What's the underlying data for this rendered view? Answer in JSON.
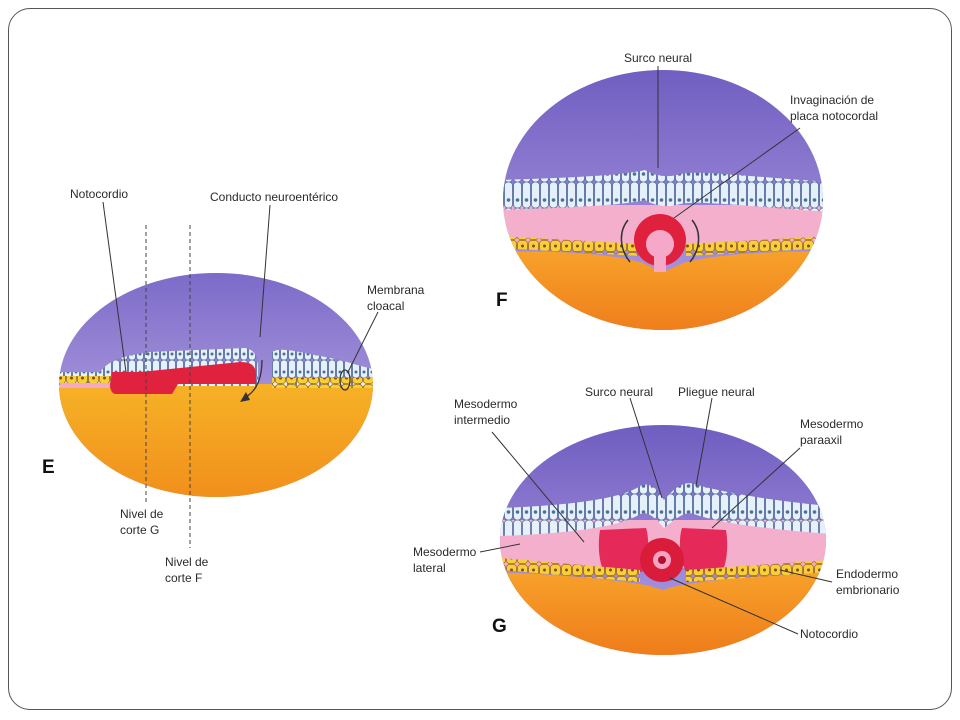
{
  "panels": {
    "E": {
      "letter": "E",
      "labels": {
        "notocordio": "Notocordio",
        "conducto": "Conducto neuroentérico",
        "membrana1": "Membrana",
        "membrana2": "cloacal",
        "nivelG1": "Nivel de",
        "nivelG2": "corte G",
        "nivelF1": "Nivel de",
        "nivelF2": "corte F"
      }
    },
    "F": {
      "letter": "F",
      "labels": {
        "surco": "Surco neural",
        "invag1": "Invaginación de",
        "invag2": "placa notocordal"
      }
    },
    "G": {
      "letter": "G",
      "labels": {
        "mesoInt1": "Mesodermo",
        "mesoInt2": "intermedio",
        "surco": "Surco neural",
        "pliegue": "Pliegue neural",
        "mesoPar1": "Mesodermo",
        "mesoPar2": "paraaxil",
        "mesoLat1": "Mesodermo",
        "mesoLat2": "lateral",
        "endo1": "Endodermo",
        "endo2": "embrionario",
        "notocordio": "Notocordio"
      }
    }
  },
  "colors": {
    "amnion_purple": "#8f7fd0",
    "ectoderm": "#d8e6f4",
    "mesoderm_pink": "#f2a6c6",
    "notochord_red": "#e0213e",
    "endoderm_yellow": "#f4c23a",
    "yolk_orange": "#f49a1e"
  }
}
